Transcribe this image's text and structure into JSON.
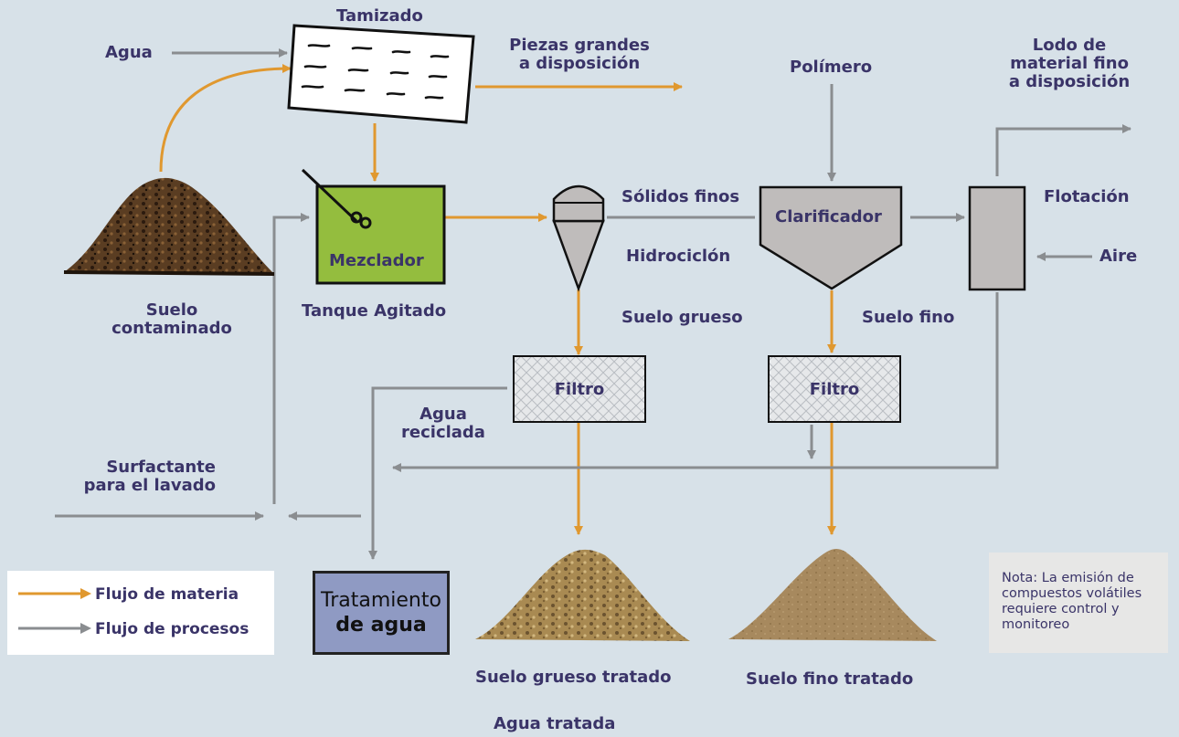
{
  "labels": {
    "agua": "Agua",
    "tamizado": "Tamizado",
    "piezas_line1": "Piezas grandes",
    "piezas_line2": "a disposición",
    "polimero": "Polímero",
    "lodo_line1": "Lodo de",
    "lodo_line2": "material fino",
    "lodo_line3": "a disposición",
    "solidos_finos": "Sólidos finos",
    "clarificador": "Clarificador",
    "flotacion": "Flotación",
    "aire": "Aire",
    "mezclador": "Mezclador",
    "hidrociclon": "Hidrociclón",
    "suelo_line1": "Suelo",
    "suelo_line2": "contaminado",
    "tanque": "Tanque Agitado",
    "suelo_grueso": "Suelo grueso",
    "suelo_fino": "Suelo fino",
    "filtro_1": "Filtro",
    "filtro_2": "Filtro",
    "agua_reciclada_line1": "Agua",
    "agua_reciclada_line2": "reciclada",
    "surfactante_line1": "Surfactante",
    "surfactante_line2": "para el lavado",
    "tratamiento_line1": "Tratamiento",
    "tratamiento_line2": "de agua",
    "suelo_grueso_tratado": "Suelo grueso tratado",
    "suelo_fino_tratado": "Suelo fino tratado",
    "agua_tratada": "Agua tratada"
  },
  "legend": {
    "materia": "Flujo de materia",
    "procesos": "Flujo de procesos"
  },
  "note": "Nota: La emisión de compuestos volátiles requiere control y monitoreo",
  "colors": {
    "background": "#d7e1e8",
    "materia_flow": "#e0982f",
    "process_flow": "#8a8d90",
    "mezclador_fill": "#94bd3e",
    "tratamiento_fill": "#8f9ac3",
    "equipment_fill": "#bfbcbb",
    "text": "#3a3468"
  }
}
